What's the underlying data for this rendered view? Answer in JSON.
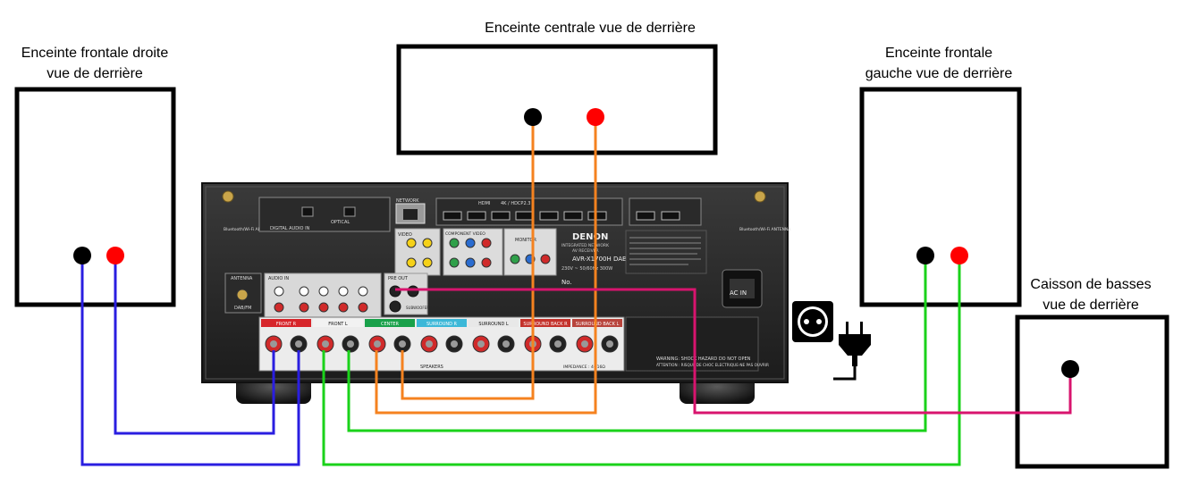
{
  "labels": {
    "front_right": [
      "Enceinte frontale droite",
      "vue de derrière"
    ],
    "center": "Enceinte centrale vue de derrière",
    "front_left": [
      "Enceinte frontale",
      "gauche vue de derrière"
    ],
    "subwoofer": [
      "Caisson de basses",
      "vue de derrière"
    ]
  },
  "receiver": {
    "brand": "DENON",
    "subtitle_1": "INTEGRATED NETWORK",
    "subtitle_2": "AV RECEIVER",
    "model": "AVR-X1700H DAB",
    "power": "230V ~ 50/60Hz 300W",
    "network": "NETWORK",
    "hdmi": "HDMI",
    "hdcp": "4K / HDCP2.3",
    "antenna_left": "Bluetooth/Wi-Fi ANTENNA",
    "antenna_right": "Bluetooth/Wi-Fi ANTENNA",
    "digital_audio": "DIGITAL AUDIO IN",
    "optical": "OPTICAL",
    "antenna": "ANTENNA",
    "dab_fm": "DAB/FM",
    "audio_in": "AUDIO IN",
    "component_video": "COMPONENT VIDEO",
    "monitor": "MONITOR",
    "video": "VIDEO",
    "pre_out": "PRE OUT",
    "subwoofer": "SUBWOOFER",
    "ac_in": "AC IN",
    "speakers": "SPEAKERS",
    "warning": "WARNING: SHOCK HAZARD DO NOT OPEN",
    "attention": "ATTENTION : RISQUE DE CHOC ELECTRIQUE-NE PAS OUVRIR",
    "impedance": "IMPEDANCE : 4~16Ω",
    "speaker_groups": [
      {
        "label": "FRONT R",
        "color": "#d7262b",
        "text": "#ffffff"
      },
      {
        "label": "FRONT L",
        "color": "#f2f2f2",
        "text": "#111111"
      },
      {
        "label": "CENTER",
        "color": "#19a14a",
        "text": "#ffffff"
      },
      {
        "label": "SURROUND R",
        "color": "#3cb8d8",
        "text": "#ffffff"
      },
      {
        "label": "SURROUND L",
        "color": "#e8e8e8",
        "text": "#111111"
      },
      {
        "label": "SURROUND BACK R",
        "color": "#c4322b",
        "text": "#ffffff"
      },
      {
        "label": "SURROUND BACK L",
        "color": "#b8443c",
        "text": "#ffffff"
      }
    ]
  },
  "wire_colors": {
    "front_right": "#2a1ee0",
    "center": "#f5821f",
    "front_left": "#1ad21a",
    "subwoofer": "#d8146e"
  },
  "terminal_colors": {
    "negative": "#000000",
    "positive": "#ff0000"
  }
}
